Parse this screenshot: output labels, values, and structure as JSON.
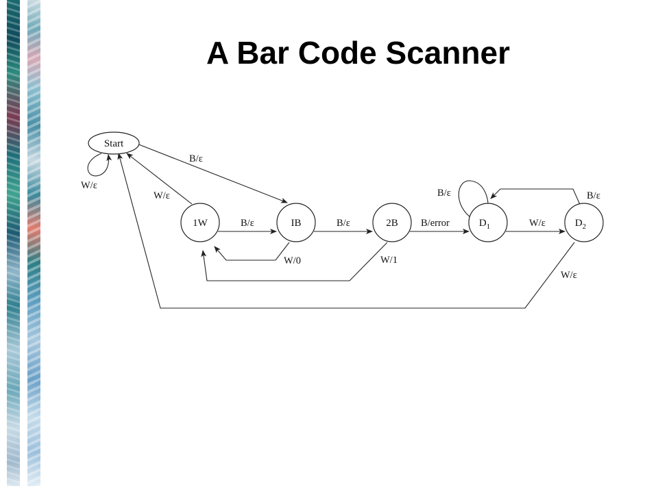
{
  "title": "A Bar Code Scanner",
  "states": {
    "start": "Start",
    "one_w": "1W",
    "ib": "IB",
    "two_b": "2B",
    "d1": "D",
    "d1_sub": "1",
    "d2": "D",
    "d2_sub": "2"
  },
  "transitions": {
    "start_self": "W/ε",
    "start_to_ib": "B/ε",
    "one_w_to_start": "W/ε",
    "one_w_to_ib": "B/ε",
    "ib_to_one_w": "W/0",
    "ib_to_two_b": "B/ε",
    "two_b_to_one_w": "W/1",
    "two_b_to_d1": "B/error",
    "d1_self": "B/ε",
    "d1_to_d2": "W/ε",
    "d2_to_d1": "B/ε",
    "d2_to_start": "W/ε"
  }
}
